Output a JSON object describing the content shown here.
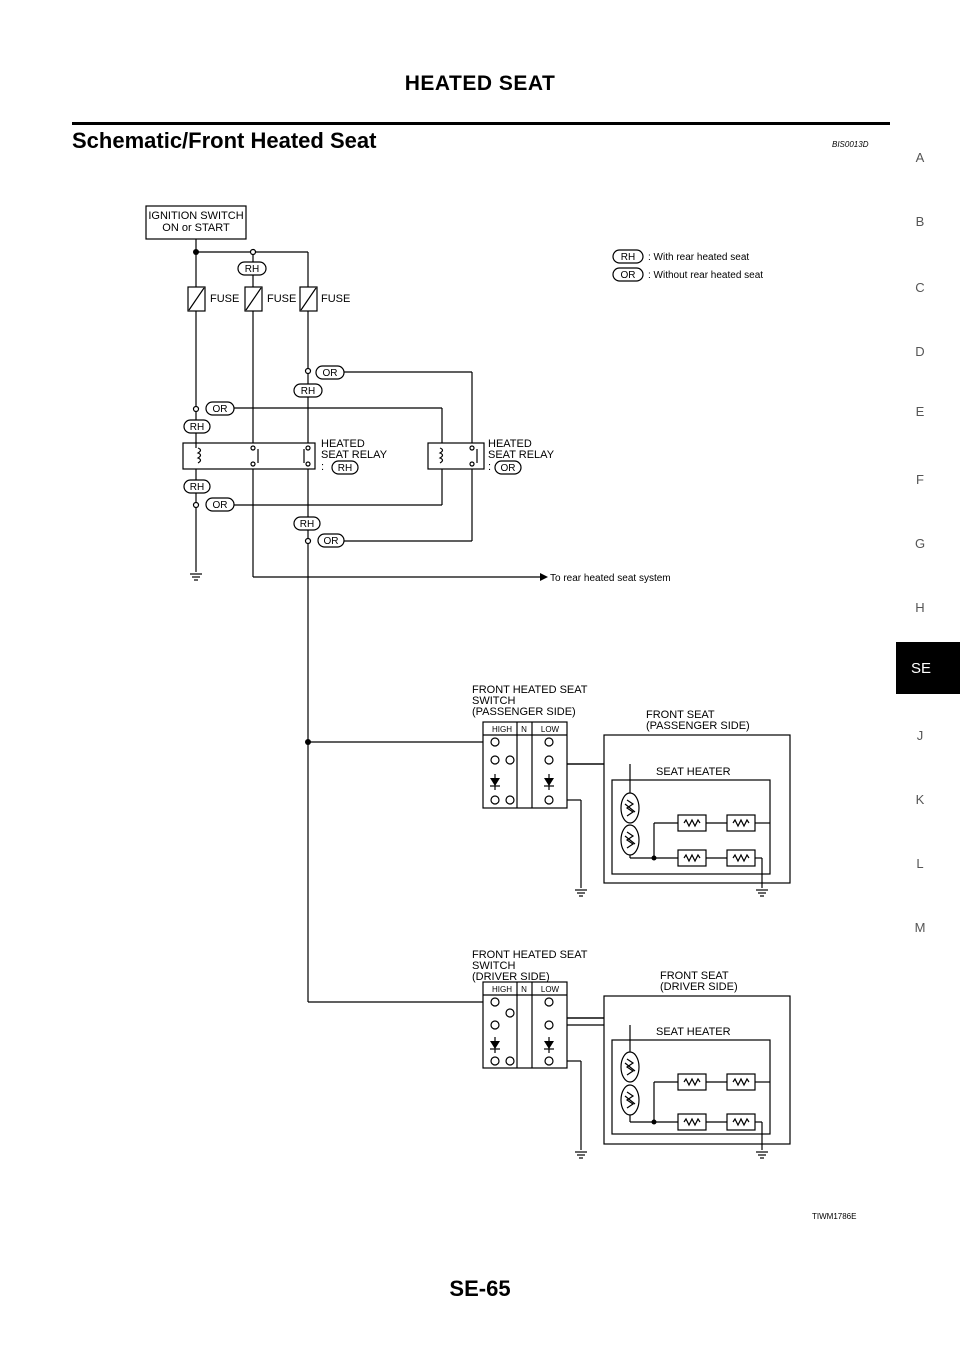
{
  "header": {
    "title": "HEATED SEAT"
  },
  "section": {
    "title": "Schematic/Front Heated Seat",
    "code": "BIS0013D"
  },
  "side_nav": {
    "letters": [
      "A",
      "B",
      "C",
      "D",
      "E",
      "F",
      "G",
      "H",
      "SE",
      "J",
      "K",
      "L",
      "M"
    ],
    "active": "SE"
  },
  "diagram": {
    "ignition": {
      "line1": "IGNITION SWITCH",
      "line2": "ON or START"
    },
    "legend": {
      "rh_tag": "RH",
      "rh_text": ": With rear heated seat",
      "or_tag": "OR",
      "or_text": ": Without rear heated seat"
    },
    "tags": {
      "rh": "RH",
      "or": "OR"
    },
    "fuse": "FUSE",
    "relay": {
      "line1": "HEATED",
      "line2": "SEAT RELAY",
      "colon": ":"
    },
    "rear_arrow": "To rear heated seat system",
    "passenger_switch": {
      "line1": "FRONT HEATED SEAT",
      "line2": "SWITCH",
      "line3": "(PASSENGER SIDE)"
    },
    "driver_switch": {
      "line1": "FRONT HEATED SEAT",
      "line2": "SWITCH",
      "line3": "(DRIVER SIDE)"
    },
    "switch_cols": {
      "high": "HIGH",
      "n": "N",
      "low": "LOW"
    },
    "passenger_seat": {
      "line1": "FRONT SEAT",
      "line2": "(PASSENGER SIDE)"
    },
    "driver_seat": {
      "line1": "FRONT SEAT",
      "line2": "(DRIVER SIDE)"
    },
    "seat_heater": "SEAT HEATER"
  },
  "figure_code": "TIWM1786E",
  "page_number": "SE-65"
}
